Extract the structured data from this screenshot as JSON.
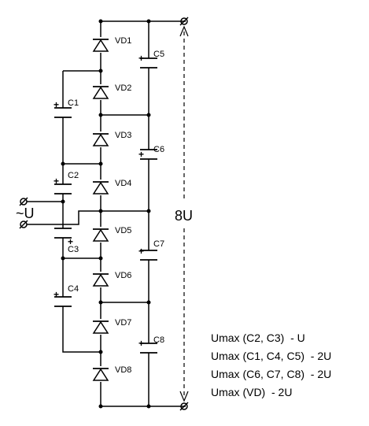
{
  "diagram": {
    "diodes": [
      "VD1",
      "VD2",
      "VD3",
      "VD4",
      "VD5",
      "VD6",
      "VD7",
      "VD8"
    ],
    "left_capacitors": [
      "C1",
      "C2",
      "C3",
      "C4"
    ],
    "right_capacitors": [
      "C5",
      "C6",
      "C7",
      "C8"
    ],
    "plus_sign": "+",
    "input_label": "~U",
    "output_label": "8U",
    "terminal_symbol": "Ø"
  },
  "notes": [
    "Umax (C2, C3)  - U",
    "Umax (C1, C4, C5)  - 2U",
    "Umax (C6, C7, C8)  - 2U",
    "Umax (VD)  - 2U"
  ]
}
